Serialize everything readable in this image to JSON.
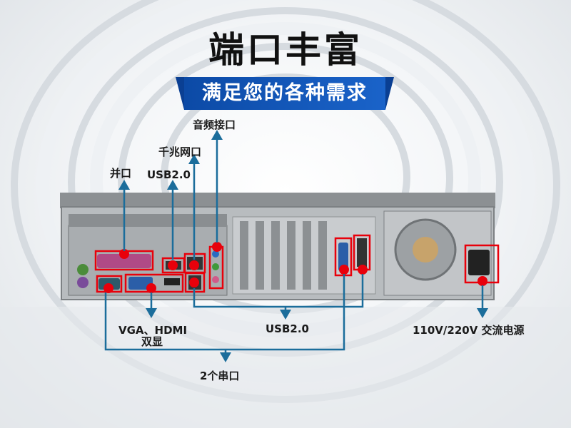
{
  "header": {
    "title": "端口丰富",
    "subtitle": "满足您的各种需求"
  },
  "labels": {
    "parallel": "并口",
    "usb_top": "USB2.0",
    "gigabit_lan": "千兆网口",
    "audio": "音频接口",
    "vga_hdmi_line1": "VGA、HDMI",
    "vga_hdmi_line2": "双显",
    "usb_bottom": "USB2.0",
    "serial": "2个串口",
    "power": "110V/220V 交流电源"
  },
  "colors": {
    "accent_blue": "#1b6d9b",
    "highlight_red": "#e8000b",
    "banner_blue": "#0c4aa6"
  }
}
